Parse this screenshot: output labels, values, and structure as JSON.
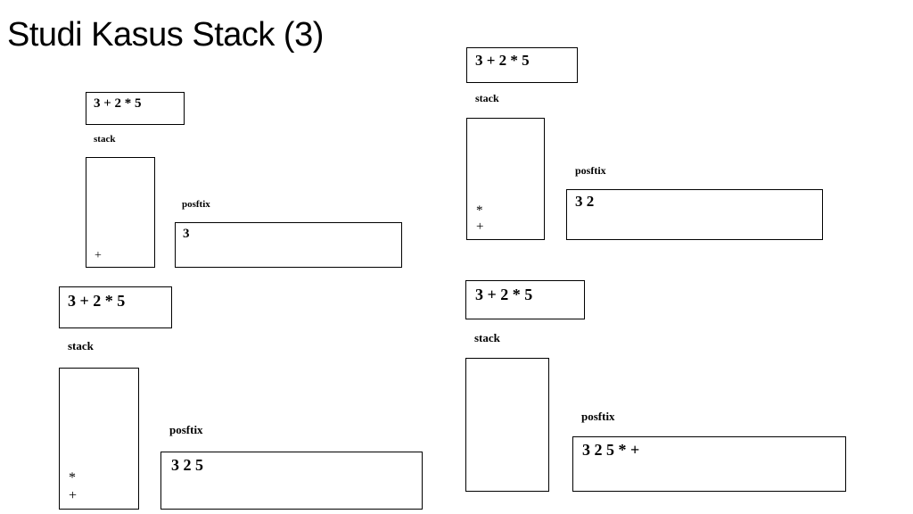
{
  "title": "Studi Kasus Stack (3)",
  "panels": [
    {
      "expression": "3 + 2 * 5",
      "stack_label": "stack",
      "stack_items": [
        "+"
      ],
      "postfix_label": "posftix",
      "postfix_value": "3"
    },
    {
      "expression": "3 + 2 * 5",
      "stack_label": "stack",
      "stack_items": [
        "*",
        "+"
      ],
      "postfix_label": "posftix",
      "postfix_value": "3 2"
    },
    {
      "expression": "3 + 2 * 5",
      "stack_label": "stack",
      "stack_items": [
        "*",
        "+"
      ],
      "postfix_label": "posftix",
      "postfix_value": "3 2 5"
    },
    {
      "expression": "3 + 2 * 5",
      "stack_label": "stack",
      "stack_items": [],
      "postfix_label": "posftix",
      "postfix_value": "3 2 5 * +"
    }
  ]
}
